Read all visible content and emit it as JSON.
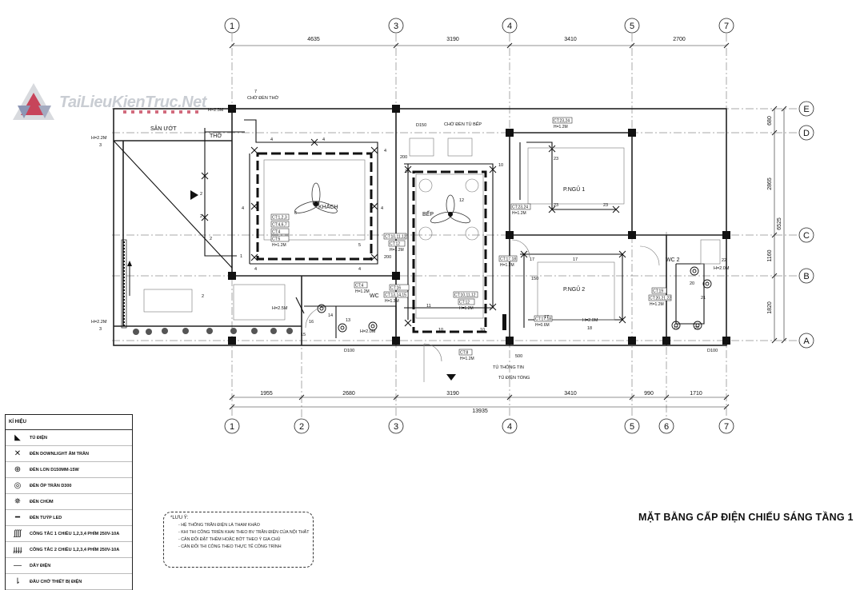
{
  "title": "MẶT BẰNG CẤP ĐIỆN CHIẾU SÁNG TẦNG 1",
  "watermark": "TaiLieuKienTruc.Net",
  "grid": {
    "top_axes": [
      "1",
      "3",
      "4",
      "5",
      "7"
    ],
    "bottom_axes": [
      "1",
      "2",
      "3",
      "4",
      "5",
      "6",
      "7"
    ],
    "right_axes": [
      "E",
      "D",
      "C",
      "B",
      "A"
    ],
    "top_dims": [
      "4635",
      "3190",
      "3410",
      "2700"
    ],
    "bottom_dims": [
      "1955",
      "2680",
      "3190",
      "3410",
      "990",
      "1710"
    ],
    "overall_dim": "13935",
    "right_dims": [
      "680",
      "2865",
      "1160",
      "1820"
    ],
    "right_overall": "6525"
  },
  "rooms": {
    "san_uot": "SÂN ƯỚT",
    "tho": "THỜ",
    "bep": "BẾP",
    "khach": "KHÁCH",
    "wc": "WC",
    "p_ngu_1": "P.NGỦ 1",
    "p_ngu_2": "P.NGỦ 2",
    "wc2": "WC 2"
  },
  "annotations": {
    "cho_den_tho": "CHỜ ĐÈN THỜ",
    "cho_den_tu_bep": "CHỜ ĐÈN TỦ BẾP",
    "d150": "D150",
    "d100_left": "D100",
    "d100_right": "D100",
    "tu_thong_tin": "TỦ THÔNG TIN",
    "tu_dien_tong": "TỦ ĐIỆN TỔNG",
    "dim_500": "500",
    "dim_150": "150",
    "dim_200a": "200",
    "dim_200b": "200",
    "h25_top": "H=2.5M",
    "h22_left_top": "H=2.2M",
    "h22_left_bottom": "H=2.2M",
    "h25_mid": "H=2.5M",
    "h2_wc": "H=2.0M",
    "h2_pn2": "H=2.0M",
    "h2_wc2": "H=2.0M",
    "num_7": "7",
    "num_3a": "3",
    "num_3b": "3"
  },
  "switch_tags": [
    {
      "code": "CT:1,2,3",
      "h": ""
    },
    {
      "code": "CT:4,6,7",
      "h": ""
    },
    {
      "code": "CT:4",
      "h": ""
    },
    {
      "code": "CT:5",
      "h": "H=1.2M"
    },
    {
      "code": "CT:10,11,12",
      "h": ""
    },
    {
      "code": "CT:12",
      "h": "H=1.2M"
    },
    {
      "code": "CT:23,24",
      "h": "H=1.2M"
    },
    {
      "code": "CT:23,24",
      "h": "H=1.2M"
    },
    {
      "code": "CT:17,18",
      "h": "H=1.2M"
    },
    {
      "code": "CT:4",
      "h": "H=1.2M"
    },
    {
      "code": "CT:16",
      "h": ""
    },
    {
      "code": "CT:13,14,15",
      "h": "H=1.3M"
    },
    {
      "code": "CT:10,11,12",
      "h": ""
    },
    {
      "code": "CT:12",
      "h": "H=1.2M"
    },
    {
      "code": "CT:17,18",
      "h": "H=0.6M"
    },
    {
      "code": "CT:8",
      "h": "H=1.2M"
    },
    {
      "code": "CT:19",
      "h": ""
    },
    {
      "code": "CT:20,21,22",
      "h": "H=1.2M"
    }
  ],
  "circuit_numbers": [
    "4",
    "4",
    "4",
    "4",
    "4",
    "4",
    "6",
    "5",
    "4",
    "2",
    "2",
    "2",
    "1",
    "10",
    "10",
    "12",
    "11",
    "10",
    "10",
    "16",
    "14",
    "15",
    "13",
    "23",
    "23",
    "23",
    "17",
    "17",
    "17",
    "18",
    "19",
    "20",
    "20",
    "21",
    "22",
    "2"
  ],
  "legend": {
    "header": "KÍ HIỆU",
    "items": [
      {
        "icon": "panel-icon",
        "symbol": "◣",
        "label": "TỦ ĐIỆN"
      },
      {
        "icon": "downlight-icon",
        "symbol": "✕",
        "label": "ĐÈN DOWNLIGHT ÂM TRẦN"
      },
      {
        "icon": "spot-light-icon",
        "symbol": "⊕",
        "label": "ĐÈN LON D150MM-15W"
      },
      {
        "icon": "ceiling-light-icon",
        "symbol": "◎",
        "label": "ĐÈN ỐP TRẦN D300"
      },
      {
        "icon": "chandelier-icon",
        "symbol": "✵",
        "label": "ĐÈN CHÙM"
      },
      {
        "icon": "led-tube-icon",
        "symbol": "━",
        "label": "ĐÈN TUÝP LED"
      },
      {
        "icon": "switch-1way-icon",
        "symbol": "ʃʃʃʃ",
        "label": "CÔNG TẮC 1 CHIỀU 1,2,3,4 PHÍM 250V-10A"
      },
      {
        "icon": "switch-2way-icon",
        "symbol": "ɟɟɟɟ",
        "label": "CÔNG TẮC 2 CHIỀU 1,2,3,4 PHÍM 250V-10A"
      },
      {
        "icon": "wire-icon",
        "symbol": "—",
        "label": "DÂY ĐIỆN"
      },
      {
        "icon": "device-outlet-icon",
        "symbol": "⇂",
        "label": "ĐẦU CHỜ THIẾT BỊ ĐIỆN"
      }
    ]
  },
  "notes": {
    "title": "*LƯU Ý:",
    "lines": [
      "- HỆ THỐNG TRẦN ĐIỆN LÀ THAM KHẢO",
      "- KHI THI CÔNG TRIỂN KHAI THEO BV TRẦN ĐIỆN CỦA NỘI THẤT",
      "- CÂN ĐỐI ĐẶT THÊM HOẶC BỚT THEO Ý GIA CHỦ",
      "- CÂN ĐỐI THI CÔNG THEO THỰC TẾ CÔNG TRÌNH"
    ]
  }
}
